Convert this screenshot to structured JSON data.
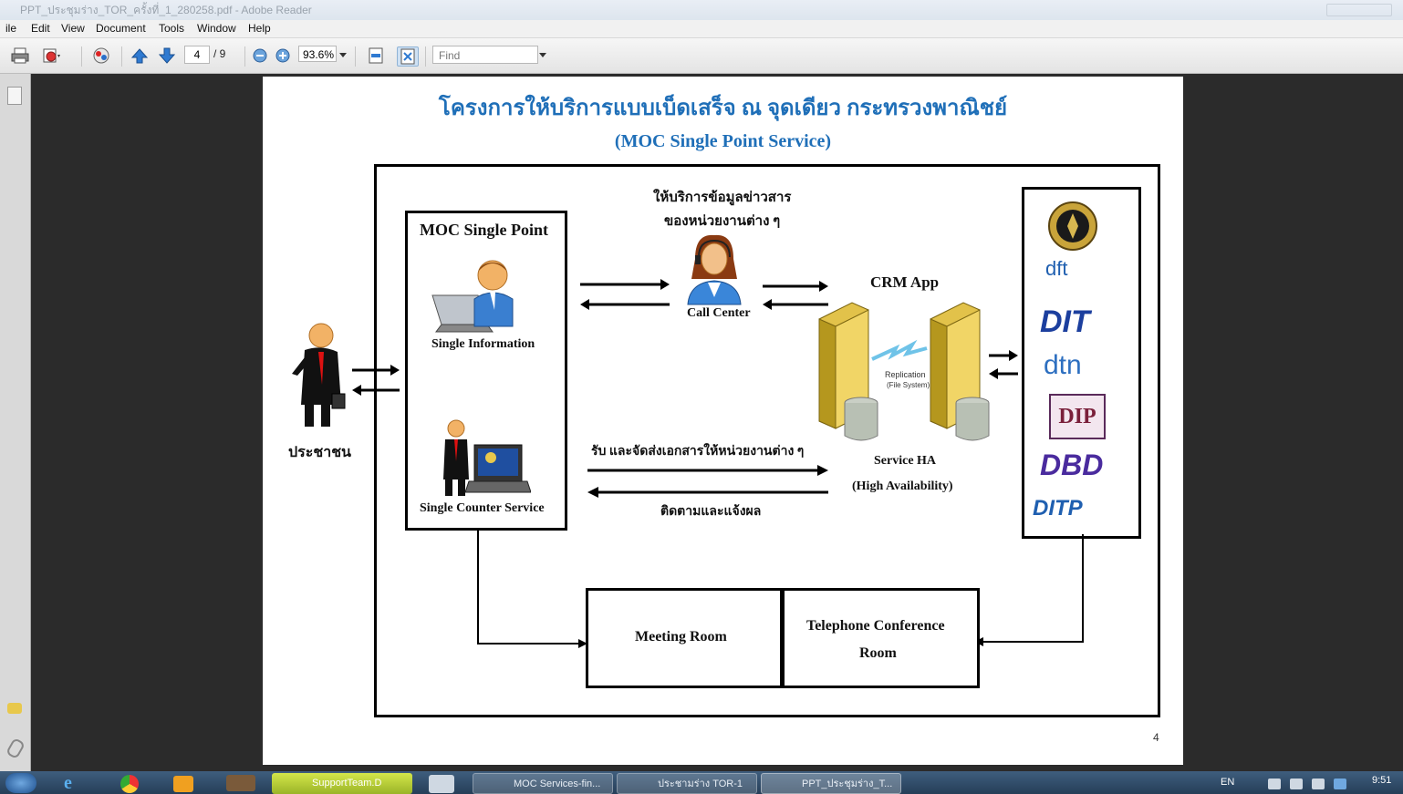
{
  "window": {
    "title": "PPT_ประชุมร่าง_TOR_ครั้งที่_1_280258.pdf - Adobe Reader"
  },
  "menu": [
    "ile",
    "Edit",
    "View",
    "Document",
    "Tools",
    "Window",
    "Help"
  ],
  "toolbar": {
    "page_current": "4",
    "page_total": "/ 9",
    "zoom": "93.6%",
    "find_placeholder": "Find"
  },
  "slide": {
    "title_th": "โครงการให้บริการแบบเบ็ดเสร็จ ณ จุดเดียว กระทรวงพาณิชย์",
    "title_en": "(MOC Single Point Service)",
    "citizen_label": "ประชาชน",
    "moc_title": "MOC Single Point",
    "single_information": "Single Information",
    "single_counter": "Single Counter Service",
    "service_line1": "ให้บริการข้อมูลข่าวสาร",
    "service_line2": "ของหน่วยงานต่าง ๆ",
    "call_center": "Call Center",
    "crm_app": "CRM App",
    "replication": "Replication",
    "file_system": "(File System)",
    "service_ha": "Service HA",
    "high_availability": "(High Availability)",
    "receive_text": "รับ และจัดส่งเอกสารให้หน่วยงานต่าง ๆ",
    "track_text": "ติดตามและแจ้งผล",
    "meeting_room": "Meeting Room",
    "tel_conf_line1": "Telephone Conference",
    "tel_conf_line2": "Room",
    "logos": [
      "dft",
      "DIT",
      "dtn",
      "DIP",
      "DBD",
      "DITP"
    ],
    "page_number": "4"
  },
  "taskbar": {
    "items": [
      "SupportTeam.D",
      "MOC Services-fin...",
      "ประชามร่าง TOR-1",
      "PPT_ประชุมร่าง_T..."
    ],
    "lang": "EN",
    "time": "9:51"
  },
  "colors": {
    "title_blue": "#1f6fb8",
    "taskbar": "#2f4a68"
  }
}
